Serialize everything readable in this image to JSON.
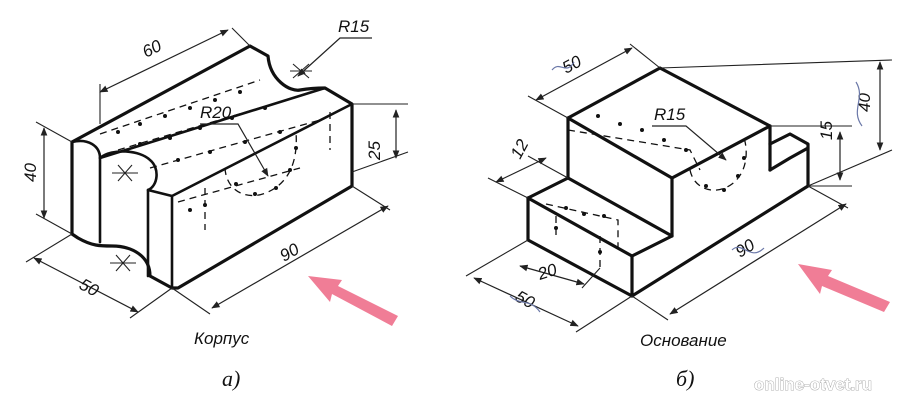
{
  "figure_a": {
    "caption": "Корпус",
    "letter": "а)",
    "dims": {
      "length": "60",
      "radius_top": "R15",
      "radius_inner": "R20",
      "height": "40",
      "step_height": "25",
      "width": "50",
      "depth": "90"
    }
  },
  "figure_b": {
    "caption": "Основание",
    "letter": "б)",
    "dims": {
      "top": "50",
      "radius": "R15",
      "step": "12",
      "height_small": "15",
      "height_total": "40",
      "depth": "90",
      "inner": "20",
      "width": "50"
    }
  },
  "watermark": "online-otvet.ru",
  "colors": {
    "arrow": "#f07d96",
    "ink": "#111111"
  }
}
